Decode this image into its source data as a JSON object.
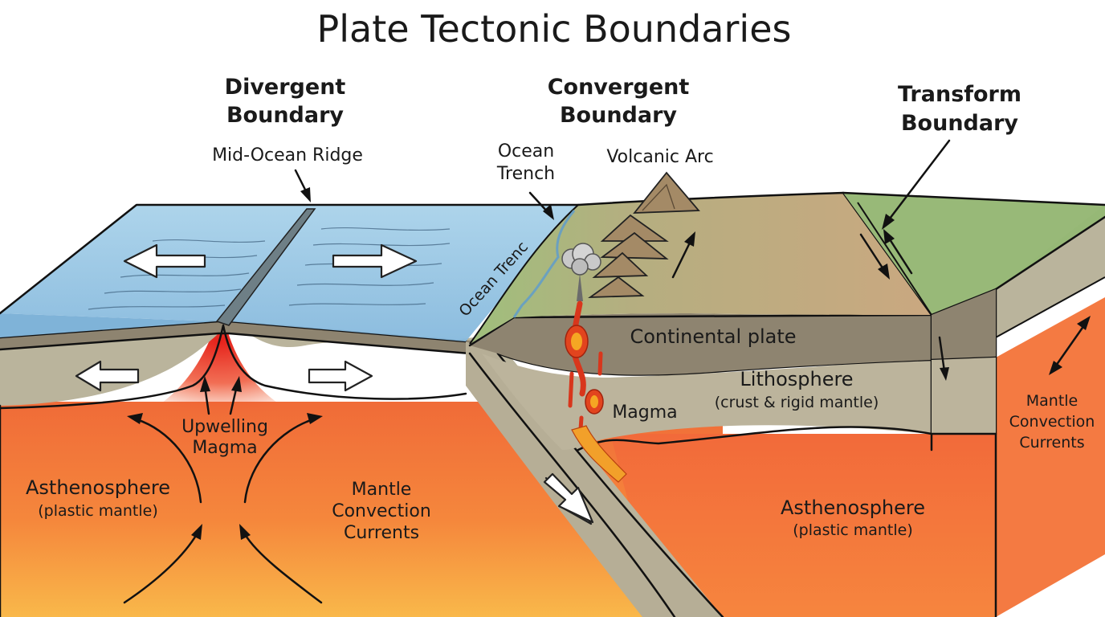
{
  "title": "Plate Tectonic Boundaries",
  "boundaries": {
    "divergent": {
      "line1": "Divergent",
      "line2": "Boundary"
    },
    "convergent": {
      "line1": "Convergent",
      "line2": "Boundary"
    },
    "transform": {
      "line1": "Transform",
      "line2": "Boundary"
    }
  },
  "labels": {
    "mid_ocean_ridge": "Mid-Ocean Ridge",
    "ocean_trench_top_1": "Ocean",
    "ocean_trench_top_2": "Trench",
    "ocean_trench_slope": "Ocean Trenc",
    "volcanic_arc": "Volcanic Arc",
    "continental_plate": "Continental plate",
    "lithosphere": "Lithosphere",
    "lithosphere_sub": "(crust & rigid mantle)",
    "magma": "Magma",
    "upwelling_1": "Upwelling",
    "upwelling_2": "Magma",
    "astheno_left": "Asthenosphere",
    "astheno_left_sub": "(plastic mantle)",
    "mantle_mid_1": "Mantle",
    "mantle_mid_2": "Convection",
    "mantle_mid_3": "Currents",
    "astheno_right": "Asthenosphere",
    "astheno_right_sub": "(plastic mantle)",
    "mantle_right_1": "Mantle",
    "mantle_right_2": "Convection",
    "mantle_right_3": "Currents"
  },
  "colors": {
    "ocean": "#9cc8e4",
    "lithosphere": "#bab49c",
    "crust_dark": "#8e8470",
    "mantle_orange": "#f27a3e",
    "mantle_yellow": "#f9b048",
    "hot_zone": "#e8241c",
    "continent_tan": "#c4a47c",
    "continent_green": "#9ebf76",
    "transform_green": "#96b876",
    "magma": "#e2361a"
  }
}
